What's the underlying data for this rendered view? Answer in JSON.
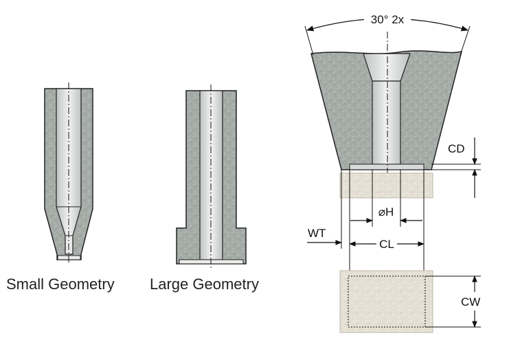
{
  "captions": {
    "small": "Small Geometry",
    "large": "Large Geometry"
  },
  "dimensions": {
    "angle": "30° 2x",
    "cd": "CD",
    "h": "⌀H",
    "wt": "WT",
    "cl": "CL",
    "cw": "CW"
  },
  "colors": {
    "ceramic": "#a4aaa6",
    "ceramic_dark": "#8f9591",
    "bore": "#d9dcda",
    "wire_ball": "#dcd6c9",
    "outline": "#222222"
  }
}
